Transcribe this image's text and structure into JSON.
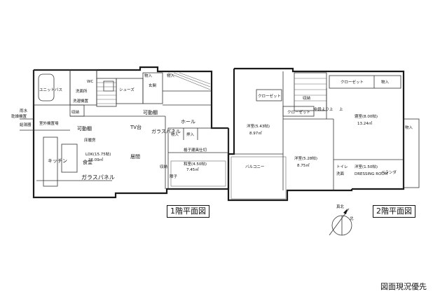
{
  "floor1": {
    "title": "1階平面図",
    "rooms": {
      "unit_bath": "ユニットバス",
      "washroom": "洗面所",
      "washer_area": "洗濯機置",
      "storage_under": "収納",
      "shoes": "シューズ",
      "entrance": "玄関",
      "storage_small": "物入",
      "storage_small2": "物入",
      "movable_shelf": "可動棚",
      "hall": "ホール",
      "ldk_label": "LDK(15.75帖)",
      "ldk_area": "26.09㎡",
      "dining": "食堂",
      "living": "居間",
      "kitchen": "キッチン",
      "movable_shelf2": "可動棚",
      "tv_board": "TV台",
      "glass_panel": "ガラスパネル",
      "glass_panel2": "ガラスパネル",
      "floor_heating": "床暖房",
      "recessed_storage": "収納",
      "japanese_room_label": "和室(4.50帖)",
      "japanese_room_area": "7.45㎡",
      "shoji": "障子",
      "storage_jp": "押入",
      "storage_jp2": "物入",
      "lattice_partition": "格子建具仕切",
      "tsuzumi": "乾燥機置",
      "wc": "WC",
      "water_heater": "給湯器",
      "outdoor_unit": "室外機置場",
      "rain": "雨水"
    }
  },
  "floor2": {
    "title": "2階平面図",
    "rooms": {
      "closet_top": "クローゼット",
      "storage_top": "物入",
      "closet_mid": "クローゼット",
      "storage_mid": "収納",
      "closet_low": "クローゼット",
      "hall_stair": "中段より上",
      "stair_up": "上",
      "room1_label": "洋室(5.43帖)",
      "room1_area": "8.97㎡",
      "room2_label": "洋室(5.28帖)",
      "room2_area": "8.75㎡",
      "master_label": "寝室(8.00帖)",
      "master_area": "13.24㎡",
      "balcony": "バルコニー",
      "balcony2": "ベランダ",
      "toilet2": "トイレ",
      "wash2": "洗面",
      "room3_label": "洋室(1.50帖)",
      "dressing": "DRESSING ROOM",
      "storage_right": "物入"
    }
  },
  "compass": {
    "north": "北",
    "label": "真北"
  },
  "notice": "図面現況優先"
}
